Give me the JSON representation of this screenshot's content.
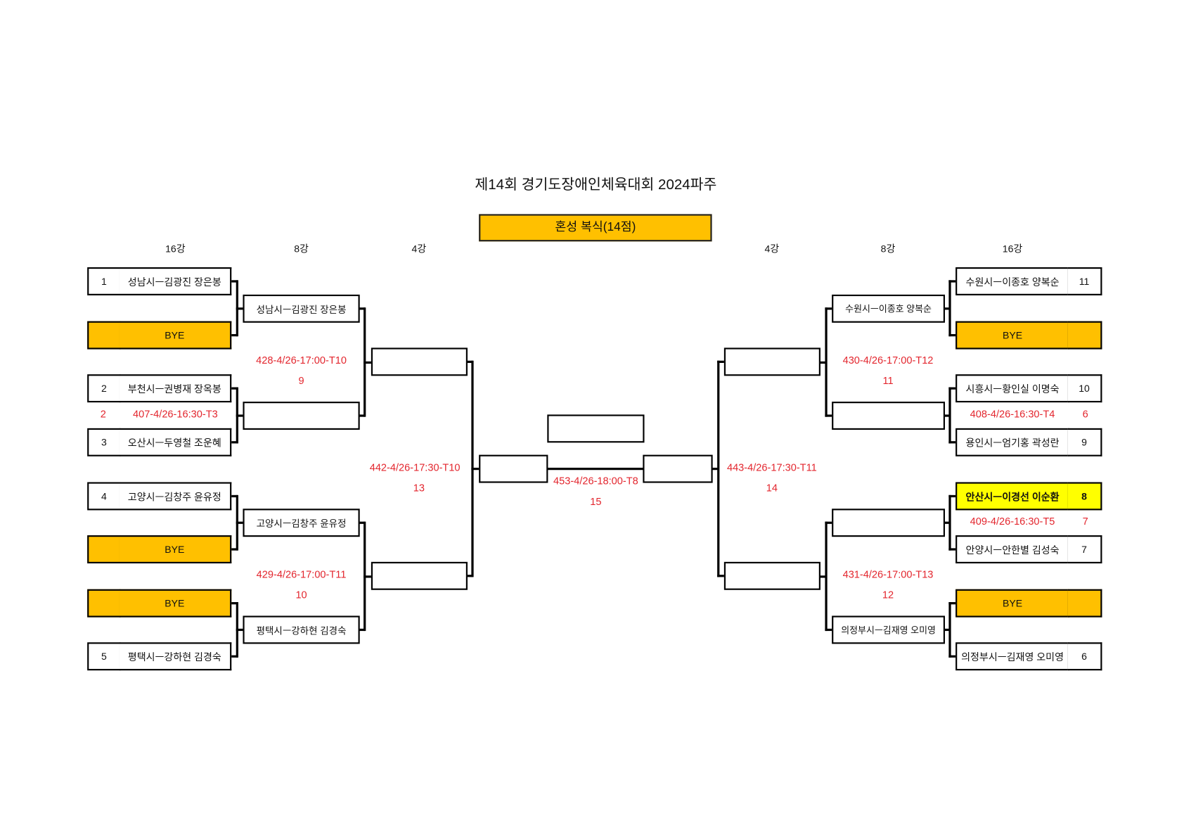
{
  "title": "제14회 경기도장애인체육대회 2024파주",
  "subtitle": "혼성 복식(14점)",
  "rounds": {
    "left": [
      "16강",
      "8강",
      "4강"
    ],
    "right": [
      "4강",
      "8강",
      "16강"
    ]
  },
  "left16": [
    {
      "seed": "1",
      "name": "성남시ㅡ김광진 장은봉",
      "bye": false
    },
    {
      "seed": "",
      "name": "BYE",
      "bye": true
    },
    {
      "seed": "2",
      "name": "부천시ㅡ권병재 장옥봉",
      "bye": false
    },
    {
      "seed": "3",
      "name": "오산시ㅡ두영철 조운혜",
      "bye": false
    },
    {
      "seed": "4",
      "name": "고양시ㅡ김창주 윤유정",
      "bye": false
    },
    {
      "seed": "",
      "name": "BYE",
      "bye": true
    },
    {
      "seed": "",
      "name": "BYE",
      "bye": true
    },
    {
      "seed": "5",
      "name": "평택시ㅡ강하현 김경숙",
      "bye": false
    }
  ],
  "left8": [
    "성남시ㅡ김광진 장은봉",
    "",
    "고양시ㅡ김창주 윤유정",
    "평택시ㅡ강하현 김경숙"
  ],
  "right16": [
    {
      "seed": "11",
      "name": "수원시ㅡ이종호 양복순",
      "bye": false
    },
    {
      "seed": "",
      "name": "BYE",
      "bye": true
    },
    {
      "seed": "10",
      "name": "시흥시ㅡ황인실 이명숙",
      "bye": false
    },
    {
      "seed": "9",
      "name": "용인시ㅡ엄기홍 곽성란",
      "bye": false
    },
    {
      "seed": "8",
      "name": "안산시ㅡ이경선 이순환",
      "bye": false,
      "highlight": true
    },
    {
      "seed": "7",
      "name": "안양시ㅡ안한별 김성숙",
      "bye": false
    },
    {
      "seed": "",
      "name": "BYE",
      "bye": true
    },
    {
      "seed": "6",
      "name": "의정부시ㅡ김재영 오미영",
      "bye": false
    }
  ],
  "right8": [
    "수원시ㅡ이종호 양복순",
    "",
    "",
    "의정부시ㅡ김재영 오미영"
  ],
  "matches": {
    "m407": {
      "info": "407-4/26-16:30-T3",
      "no": "2"
    },
    "m408": {
      "info": "408-4/26-16:30-T4",
      "no": "6"
    },
    "m409": {
      "info": "409-4/26-16:30-T5",
      "no": "7"
    },
    "m428": {
      "info": "428-4/26-17:00-T10",
      "no": "9"
    },
    "m429": {
      "info": "429-4/26-17:00-T11",
      "no": "10"
    },
    "m430": {
      "info": "430-4/26-17:00-T12",
      "no": "11"
    },
    "m431": {
      "info": "431-4/26-17:00-T13",
      "no": "12"
    },
    "m442": {
      "info": "442-4/26-17:30-T10",
      "no": "13"
    },
    "m443": {
      "info": "443-4/26-17:30-T11",
      "no": "14"
    },
    "m453": {
      "info": "453-4/26-18:00-T8",
      "no": "15"
    }
  },
  "colors": {
    "bye": "#FFC000",
    "highlight": "#FFFF00",
    "schedule": "#e3262e"
  }
}
